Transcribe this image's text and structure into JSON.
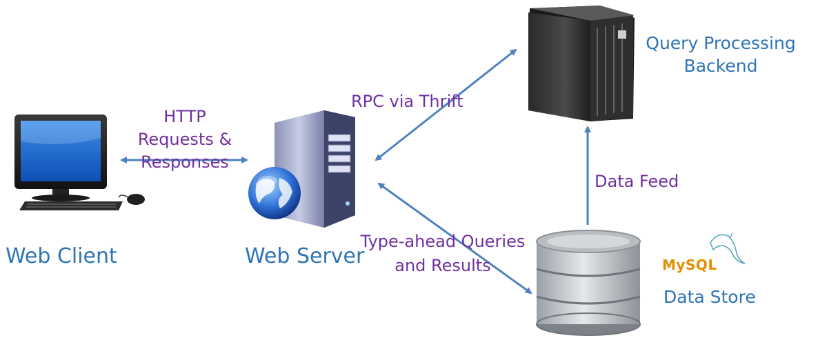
{
  "nodes": {
    "web_client": {
      "label": "Web Client"
    },
    "web_server": {
      "label": "Web Server"
    },
    "backend": {
      "label_line1": "Query Processing",
      "label_line2": "Backend"
    },
    "data_store": {
      "label": "Data Store",
      "logo_text": "MySQL"
    }
  },
  "edges": {
    "http": {
      "line1": "HTTP",
      "line2": "Requests &",
      "line3": "Responses"
    },
    "rpc": {
      "label": "RPC via Thrift"
    },
    "typeahead": {
      "line1": "Type-ahead Queries",
      "line2": "and Results"
    },
    "feed": {
      "label": "Data Feed"
    }
  },
  "colors": {
    "node_label": "#2e74b5",
    "edge_label": "#7030a0",
    "arrow": "#4f81bd"
  }
}
